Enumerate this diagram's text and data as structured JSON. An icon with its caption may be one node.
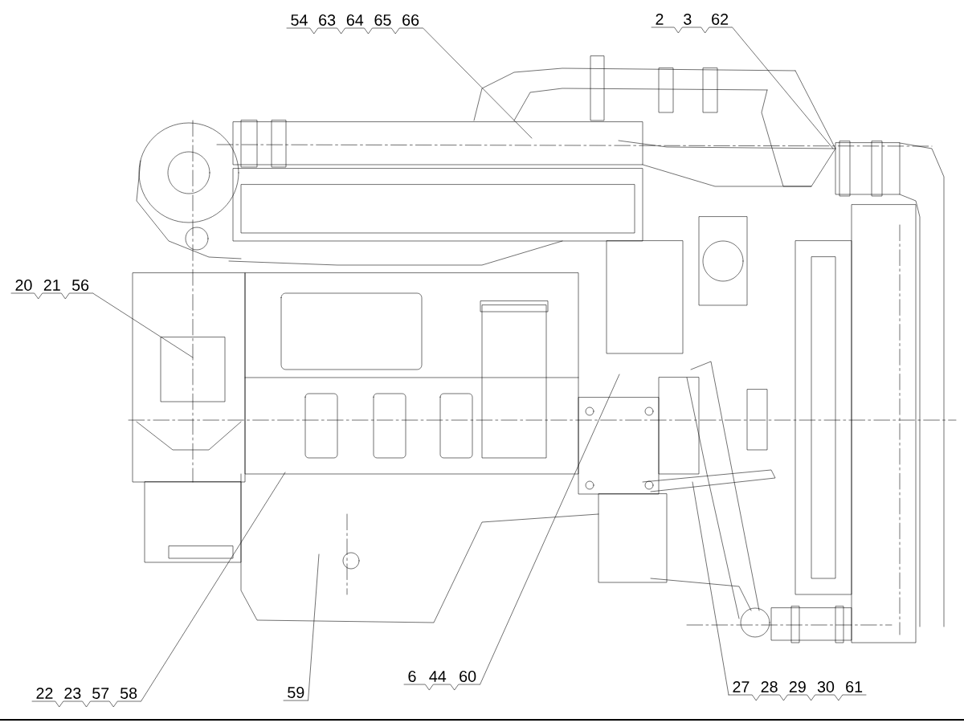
{
  "diagram": {
    "nodes": [
      {
        "text": [
          "54",
          "63",
          "64",
          "65",
          "66"
        ]
      },
      {
        "text": [
          "2",
          "3",
          "62"
        ]
      },
      {
        "text": [
          "20",
          "21",
          "56"
        ]
      },
      {
        "text": [
          "22",
          "23",
          "57",
          "58"
        ]
      },
      {
        "text": [
          "59"
        ]
      },
      {
        "text": [
          "6",
          "44",
          "60"
        ]
      },
      {
        "text": [
          "27",
          "28",
          "29",
          "30",
          "61"
        ]
      }
    ],
    "edges": [
      {
        "from": 0,
        "to": null,
        "arrow": "none"
      },
      {
        "from": 1,
        "to": null,
        "arrow": "none"
      },
      {
        "from": 2,
        "to": null,
        "arrow": "none"
      },
      {
        "from": 3,
        "to": null,
        "arrow": "none"
      },
      {
        "from": 4,
        "to": null,
        "arrow": "none"
      },
      {
        "from": 5,
        "to": null,
        "arrow": "none"
      },
      {
        "from": 6,
        "to": null,
        "arrow": "none"
      }
    ]
  }
}
